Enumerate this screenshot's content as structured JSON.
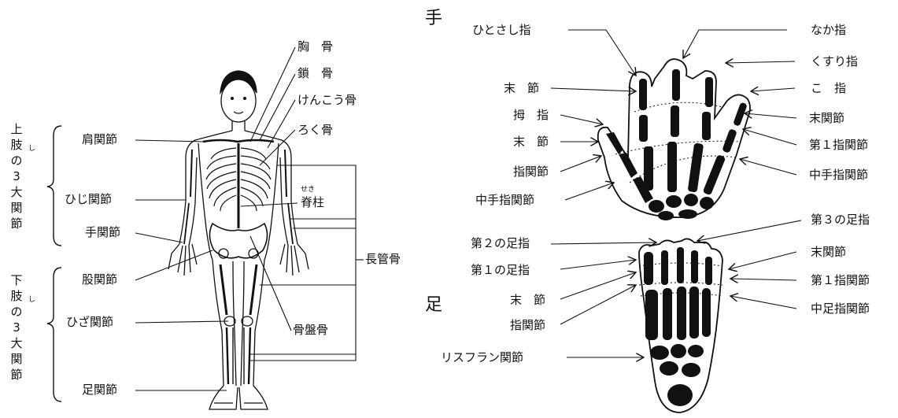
{
  "figure": {
    "left_group_upper": {
      "chars": [
        "上",
        "肢",
        "の",
        "3",
        "大",
        "関",
        "節"
      ],
      "ruby": "し"
    },
    "left_group_lower": {
      "chars": [
        "下",
        "肢",
        "の",
        "3",
        "大",
        "関",
        "節"
      ],
      "ruby": "し"
    },
    "body_labels": {
      "shoulder_joint": "肩関節",
      "elbow_joint": "ひじ関節",
      "wrist_joint": "手関節",
      "hip_joint": "股関節",
      "knee_joint": "ひざ関節",
      "ankle_joint": "足関節",
      "sternum": "胸　骨",
      "clavicle": "鎖　骨",
      "scapula": "けんこう骨",
      "rib": "ろく骨",
      "spine": "脊柱",
      "spine_ruby": "せき",
      "pelvis": "骨盤骨",
      "long_bone": "長管骨"
    },
    "hand": {
      "title": "手",
      "index_finger": "ひとさし指",
      "middle_finger": "なか指",
      "ring_finger": "くすり指",
      "little_finger": "こ　指",
      "distal_phalanx_1": "末　節",
      "thumb": "拇　指",
      "distal_phalanx_2": "末　節",
      "ip_joint": "指関節",
      "mcp_joint_left": "中手指関節",
      "dip_joint": "末関節",
      "pip_joint": "第１指関節",
      "mcp_joint_right": "中手指関節"
    },
    "foot": {
      "title": "足",
      "third_toe": "第３の足指",
      "second_toe": "第２の足指",
      "first_toe": "第１の足指",
      "distal_phalanx": "末　節",
      "ip_joint": "指関節",
      "lisfranc_joint": "リスフラン関節",
      "dip_joint": "末関節",
      "pip_joint": "第１指関節",
      "mtp_joint": "中足指関節"
    }
  }
}
